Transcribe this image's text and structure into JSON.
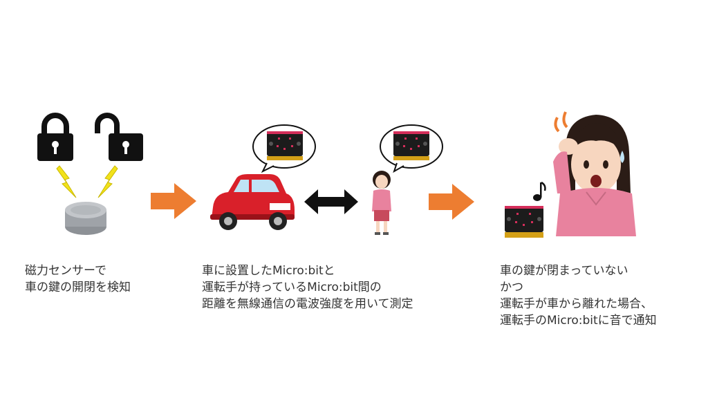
{
  "steps": [
    {
      "id": "sensor",
      "caption": [
        "磁力センサーで",
        "車の鍵の開閉を検知"
      ]
    },
    {
      "id": "measure",
      "caption": [
        "車に設置したMicro:bitと",
        "運転手が持っているMicro:bit間の",
        "距離を無線通信の電波強度を用いて測定"
      ]
    },
    {
      "id": "notify",
      "caption": [
        "車の鍵が閉まっていない",
        "かつ",
        "運転手が車から離れた場合、",
        "運転手のMicro:bitに音で通知"
      ]
    }
  ],
  "icons": {
    "locked": "padlock-closed-icon",
    "unlocked": "padlock-open-icon",
    "signal": "lightning-bolt-icon",
    "sensor": "magnetic-sensor-icon",
    "car": "red-car-icon",
    "person": "driver-person-icon",
    "board": "microbit-board-icon",
    "arrow": "right-arrow-icon",
    "double_arrow": "double-arrow-icon",
    "note": "music-note-icon"
  },
  "colors": {
    "arrow": "#ED7D31",
    "car": "#D9202A",
    "bolt": "#F2E21B",
    "board": "#1c1c1c",
    "board_accent": "#D42E5A",
    "lock": "#111111",
    "sensor": "#9fa3a8"
  }
}
